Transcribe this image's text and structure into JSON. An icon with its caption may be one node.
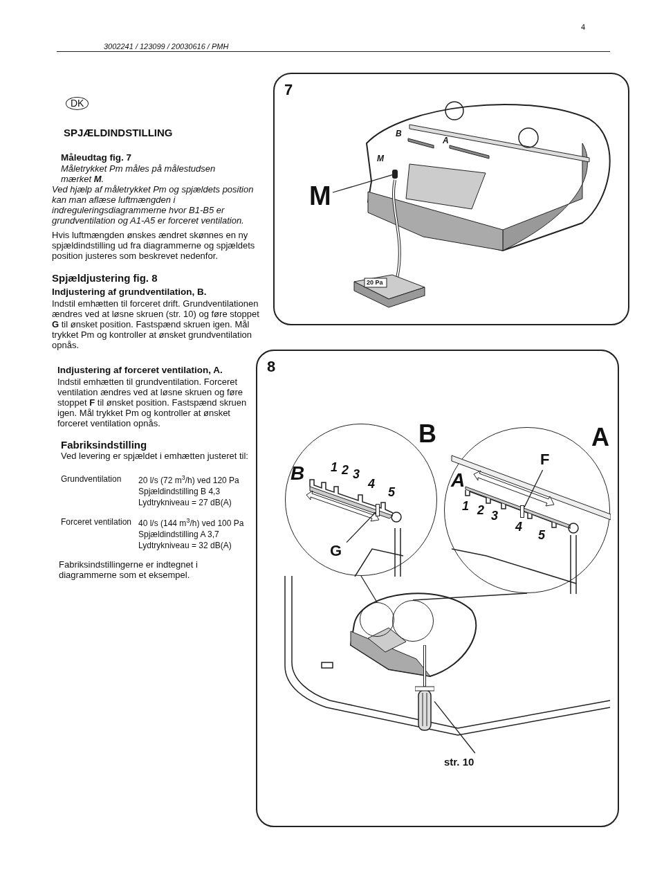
{
  "diagram": {
    "title": "SPJÆLDINDSTILLING",
    "nodes": [
      {
        "text": [
          "7"
        ]
      },
      {
        "text": [
          "M"
        ],
        "in": 0
      },
      {
        "text": [],
        "shape": "box",
        "in": 0
      },
      {
        "text": [
          "8"
        ]
      },
      {
        "text": [
          "B"
        ],
        "in": 3
      },
      {
        "text": [
          "G"
        ],
        "in": 4
      },
      {
        "text": [],
        "shape": "bar",
        "in": 4
      },
      {
        "text": [
          "A"
        ],
        "in": 3
      },
      {
        "text": [
          "F"
        ],
        "in": 7
      },
      {
        "text": [],
        "shape": "bar",
        "in": 7
      },
      {
        "text": [],
        "shape": "circle",
        "in": 3
      },
      {
        "text": [],
        "shape": "circle",
        "in": 3
      },
      {
        "text": [
          "str. 10"
        ],
        "in": 3
      },
      {
        "text": [],
        "shape": "picture",
        "in": 3
      }
    ],
    "edges": [
      {
        "from": 1,
        "to": 2,
        "arrow": "none"
      },
      {
        "from": 5,
        "to": 6,
        "arrow": "none"
      },
      {
        "from": 8,
        "to": 9,
        "arrow": "none"
      },
      {
        "from": 4,
        "to": 10,
        "arrow": "none"
      },
      {
        "from": 7,
        "to": 11,
        "arrow": "none"
      },
      {
        "from": 12,
        "to": 13,
        "arrow": "none"
      }
    ],
    "labels": [
      "3002241 / 123099 / 20030616 / PMH",
      "4",
      "DK",
      "Måleudtag fig. 7",
      "Måletrykket Pm måles på målestudsen mærket **M**.",
      "Ved hjælp af måletrykket Pm og spjældets position kan man aflæse luftmængden i indreguleringsdiagrammerne hvor B1-B5 er grundventilation og A1-A5 er forceret ventilation.",
      "Hvis luftmængden ønskes ændret skønnes en ny spjældindstilling ud fra diagrammerne og spjældets position justeres som beskrevet nedenfor.",
      "Spjældjustering fig. 8",
      "Indjustering af grundventilation, B.",
      "Indstil emhætten til forceret drift. Grundventilationen ændres ved at løsne skruen (str. 10) og føre stoppet **G** til ønsket position. Fastspænd skruen igen. Mål trykket Pm og kontroller at ønsket grundventilation opnås.",
      "Indjustering af forceret ventilation, A.",
      "Indstil emhætten til grundventilation. Forceret ventilation ændres ved at løsne skruen og føre stoppet **F** til ønsket position. Fastspænd skruen igen. Mål trykket Pm og kontroller at ønsket forceret ventilation opnås.",
      "Fabriksindstilling",
      "Ved levering er spjældet i emhætten justeret til:",
      "Grundventilation",
      "20 l/s (72 m$^{3}$/h) ved 120 Pa",
      "Spjældindstilling B 4,3",
      "Lydtrykniveau = 27 dB(A)",
      "Forceret ventilation",
      "40 l/s (144 m$^{3}$/h) ved 100 Pa",
      "Spjældindstilling A 3,7",
      "Lydtrykniveau = 32 dB(A)",
      "Fabriksindstillingerne er indtegnet i diagrammerne som et eksempel.",
      "M",
      "B",
      "A",
      "20 Pa",
      "B",
      "1",
      "2",
      "3",
      "4",
      "5",
      "A",
      "1",
      "2",
      "3",
      "4",
      "5"
    ]
  }
}
